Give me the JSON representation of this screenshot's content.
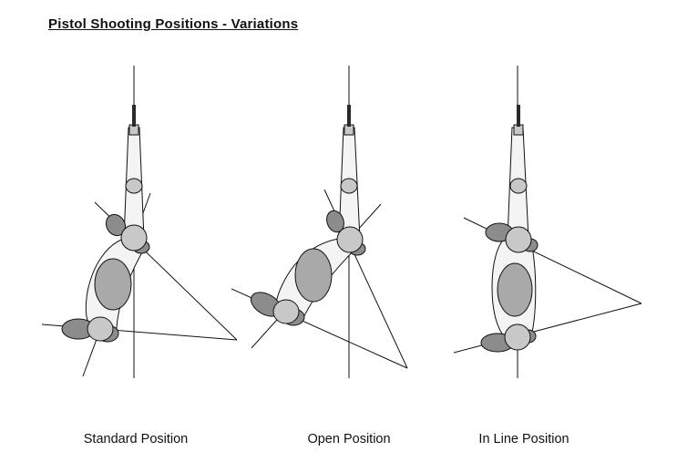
{
  "title": "Pistol Shooting Positions - Variations",
  "positions": [
    {
      "label": "Standard Position"
    },
    {
      "label": "Open Position"
    },
    {
      "label": "In Line Position"
    }
  ],
  "colors": {
    "background": "#ffffff",
    "line": "#111111",
    "body_fill": "#f4f4f4",
    "joint_fill": "#c8c8c8",
    "torso_fill": "#a9a9a9",
    "foot_fill": "#8c8c8c",
    "gun_barrel": "#2a2a2a"
  }
}
